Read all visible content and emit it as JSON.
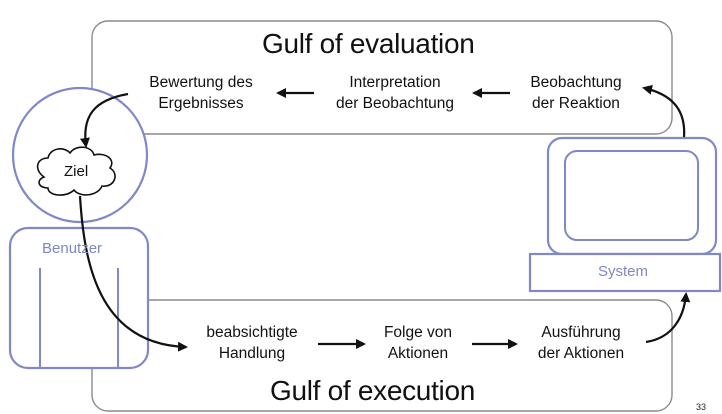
{
  "gulf_evaluation": {
    "title": "Gulf of evaluation",
    "steps": [
      {
        "line1": "Beobachtung",
        "line2": "der Reaktion"
      },
      {
        "line1": "Interpretation",
        "line2": "der Beobachtung"
      },
      {
        "line1": "Bewertung des",
        "line2": "Ergebnisses"
      }
    ]
  },
  "gulf_execution": {
    "title": "Gulf of execution",
    "steps": [
      {
        "line1": "beabsichtigte",
        "line2": "Handlung"
      },
      {
        "line1": "Folge von",
        "line2": "Aktionen"
      },
      {
        "line1": "Ausführung",
        "line2": "der Aktionen"
      }
    ]
  },
  "user": {
    "goal": "Ziel",
    "label": "Benutzer"
  },
  "system": {
    "label": "System"
  },
  "page_number": "33",
  "colors": {
    "user_blue": "#8088c8",
    "box_gray": "#8a8a8a",
    "line": "#111111"
  }
}
